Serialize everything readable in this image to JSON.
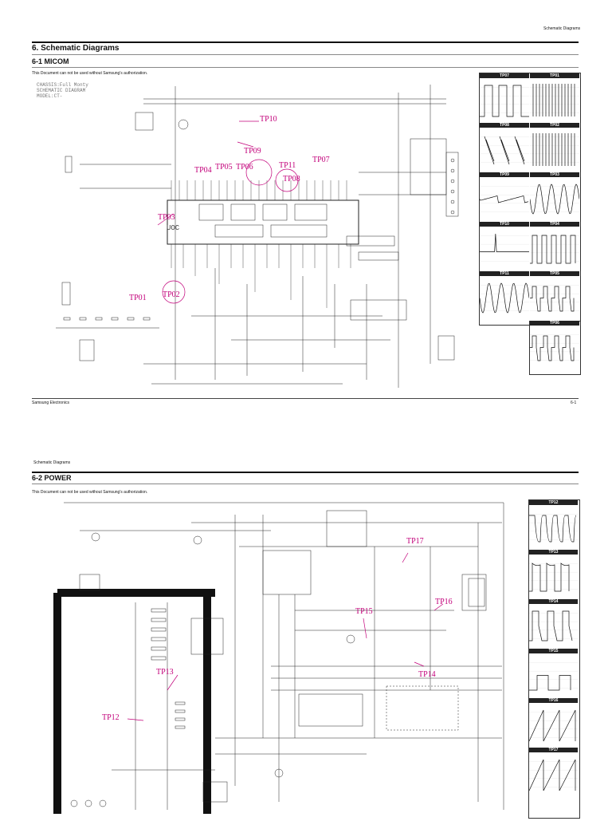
{
  "page1": {
    "header_right": "Schematic Diagrams",
    "section_title": "6. Schematic Diagrams",
    "subsection_title": "6-1 MICOM",
    "notice": "This Document can not be used without Samsung's authorization.",
    "chassis_text": [
      "CHASSIS:Full Monty",
      "SCHEMATIC DIAGRAM",
      "MODEL:CT-"
    ],
    "chip_label": "UOC",
    "tp_labels": [
      "TP10",
      "TP09",
      "TP04",
      "TP05",
      "TP06",
      "TP11",
      "TP08",
      "TP07",
      "TP03",
      "TP01",
      "TP02"
    ],
    "waveforms": [
      {
        "label": "TP07",
        "kind": "pulse-wide"
      },
      {
        "label": "TP01",
        "kind": "dense-bars"
      },
      {
        "label": "TP08",
        "kind": "burst-saw"
      },
      {
        "label": "TP02",
        "kind": "dense-bars"
      },
      {
        "label": "TP09",
        "kind": "noise"
      },
      {
        "label": "TP03",
        "kind": "sine"
      },
      {
        "label": "TP10",
        "kind": "flat-spike"
      },
      {
        "label": "TP04",
        "kind": "square"
      },
      {
        "label": "TP11",
        "kind": "sine"
      },
      {
        "label": "TP05",
        "kind": "step-square"
      },
      {
        "label": "TP06",
        "kind": "step-square"
      }
    ],
    "footer_left": "Samsung Electronics",
    "footer_right": "6-1"
  },
  "page2": {
    "header_left": "Schematic Diagrams",
    "subsection_title": "6-2 POWER",
    "notice": "This Document can not be used without Samsung's authorization.",
    "tp_labels": [
      "TP17",
      "TP16",
      "TP15",
      "TP14",
      "TP13",
      "TP12"
    ],
    "waveforms": [
      {
        "label": "TP12",
        "kind": "rounded-square"
      },
      {
        "label": "TP13",
        "kind": "rounded-pulse"
      },
      {
        "label": "TP14",
        "kind": "square-drop"
      },
      {
        "label": "TP15",
        "kind": "low-square"
      },
      {
        "label": "TP16",
        "kind": "sawtooth"
      },
      {
        "label": "TP17",
        "kind": "sawtooth"
      }
    ]
  },
  "colors": {
    "tp_accent": "#c2007a",
    "ink": "#111111"
  }
}
